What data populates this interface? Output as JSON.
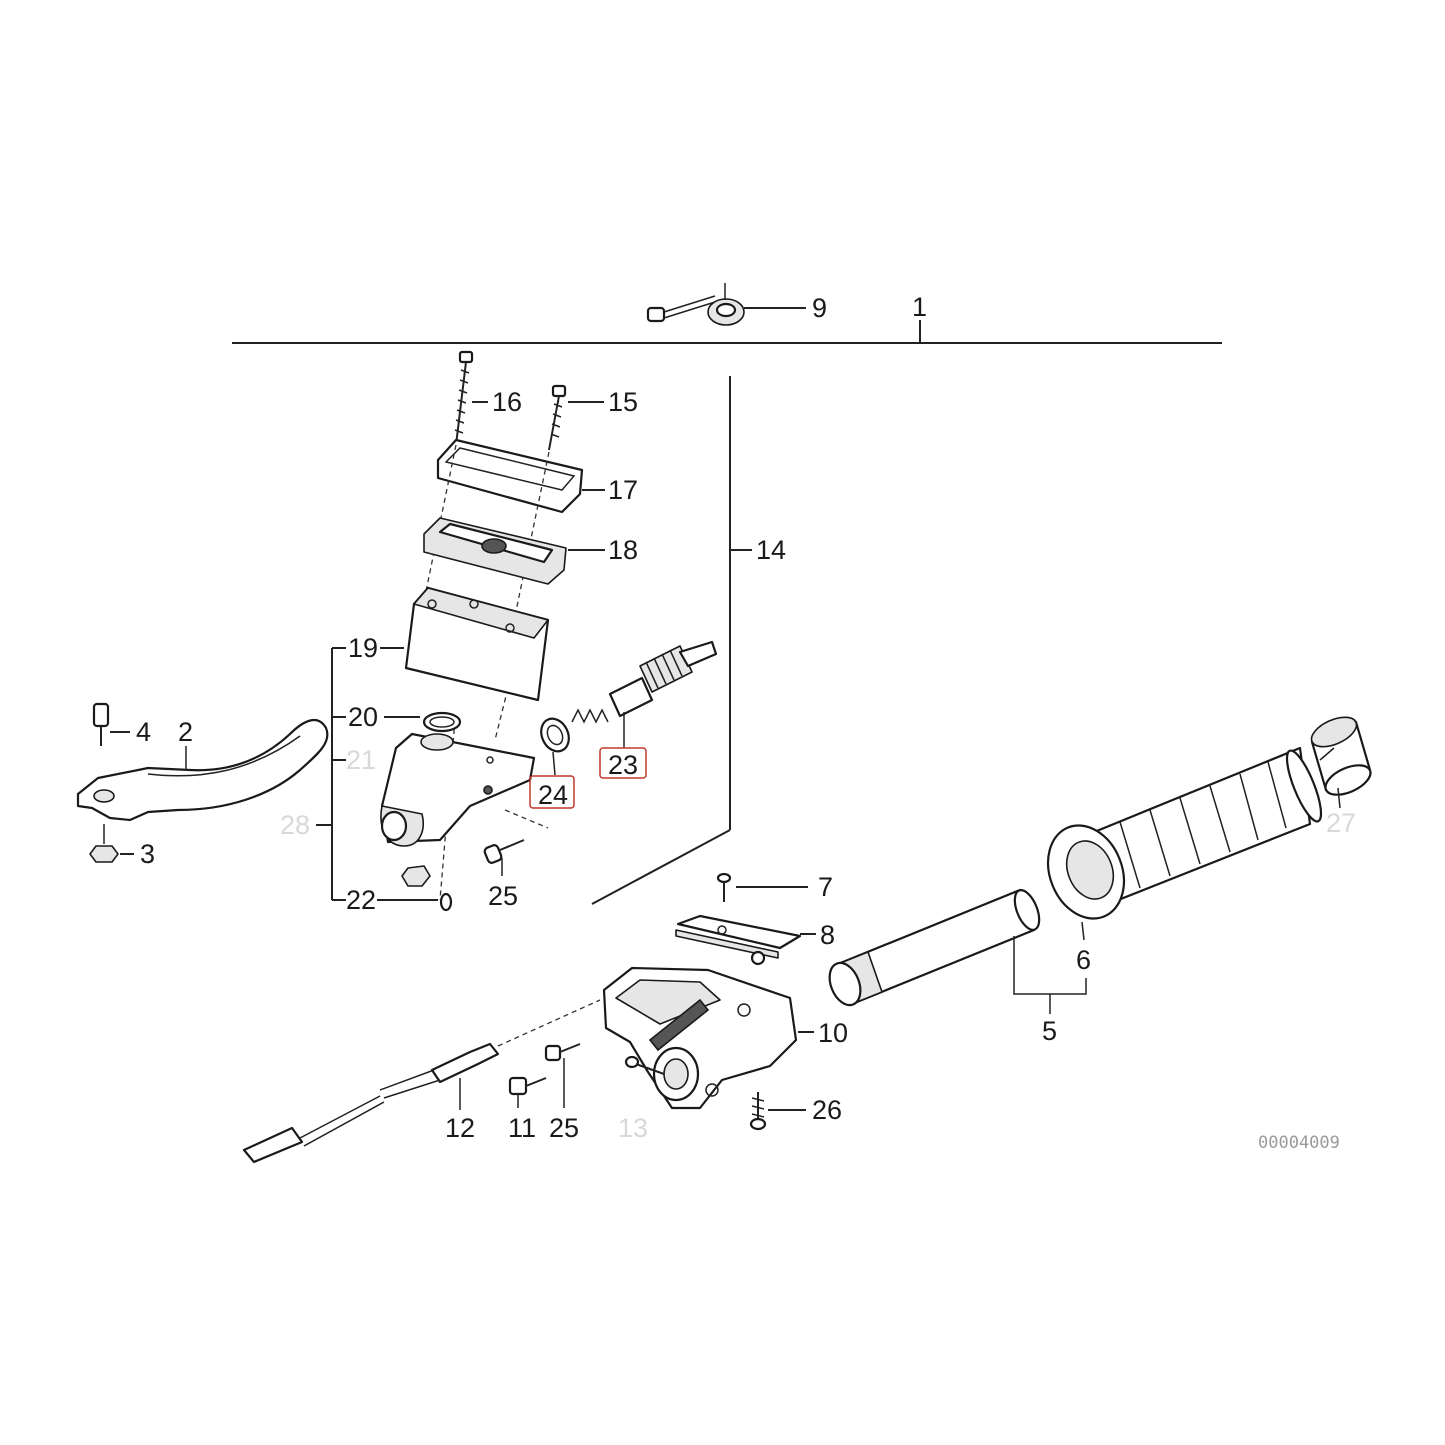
{
  "diagram": {
    "labels": {
      "p1": "1",
      "p2": "2",
      "p3": "3",
      "p4": "4",
      "p5": "5",
      "p6": "6",
      "p7": "7",
      "p8": "8",
      "p9": "9",
      "p10": "10",
      "p11": "11",
      "p12": "12",
      "p13": "13",
      "p14": "14",
      "p15": "15",
      "p16": "16",
      "p17": "17",
      "p18": "18",
      "p19": "19",
      "p20": "20",
      "p21": "21",
      "p22": "22",
      "p23": "23",
      "p24": "24",
      "p25a": "25",
      "p25b": "25",
      "p26": "26",
      "p27": "27",
      "p28": "28"
    },
    "highlighted_labels": [
      "23",
      "24"
    ],
    "faint_labels": [
      "13",
      "21",
      "27",
      "28"
    ],
    "reference_number": "00004009",
    "colors": {
      "line": "#1a1a1a",
      "highlight": "#c0392b",
      "faint": "#d8d8d8"
    }
  }
}
